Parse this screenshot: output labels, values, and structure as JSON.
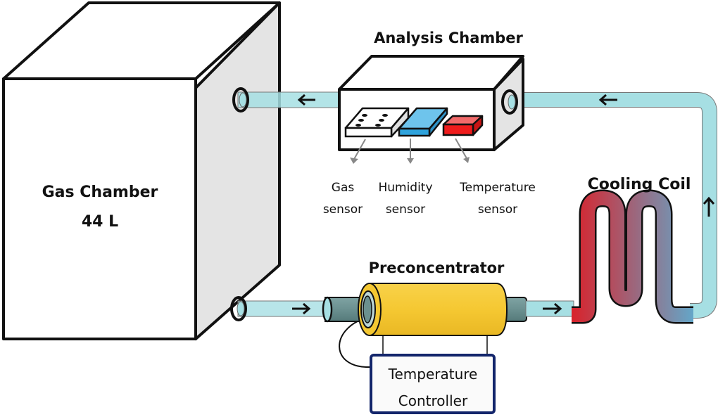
{
  "labels": {
    "gas_chamber": "Gas Chamber",
    "gas_chamber_volume": "44 L",
    "analysis_chamber": "Analysis Chamber",
    "gas_sensor_l1": "Gas",
    "gas_sensor_l2": "sensor",
    "humidity_sensor_l1": "Humidity",
    "humidity_sensor_l2": "sensor",
    "temperature_sensor_l1": "Temperature",
    "temperature_sensor_l2": "sensor",
    "cooling_coil": "Cooling Coil",
    "preconcentrator": "Preconcentrator",
    "temp_controller_l1": "Temperature",
    "temp_controller_l2": "Controller"
  },
  "colors": {
    "tube": "#a6dfe3",
    "chamber_side": "#e4e4e4",
    "preconcentrator": "#f7cc3a",
    "humidity_sensor": "#6ec4ec",
    "temperature_sensor": "#ef3a3a",
    "coil_hot": "#d9222b",
    "coil_cold": "#64a6c8",
    "controller_border": "#13256b"
  }
}
